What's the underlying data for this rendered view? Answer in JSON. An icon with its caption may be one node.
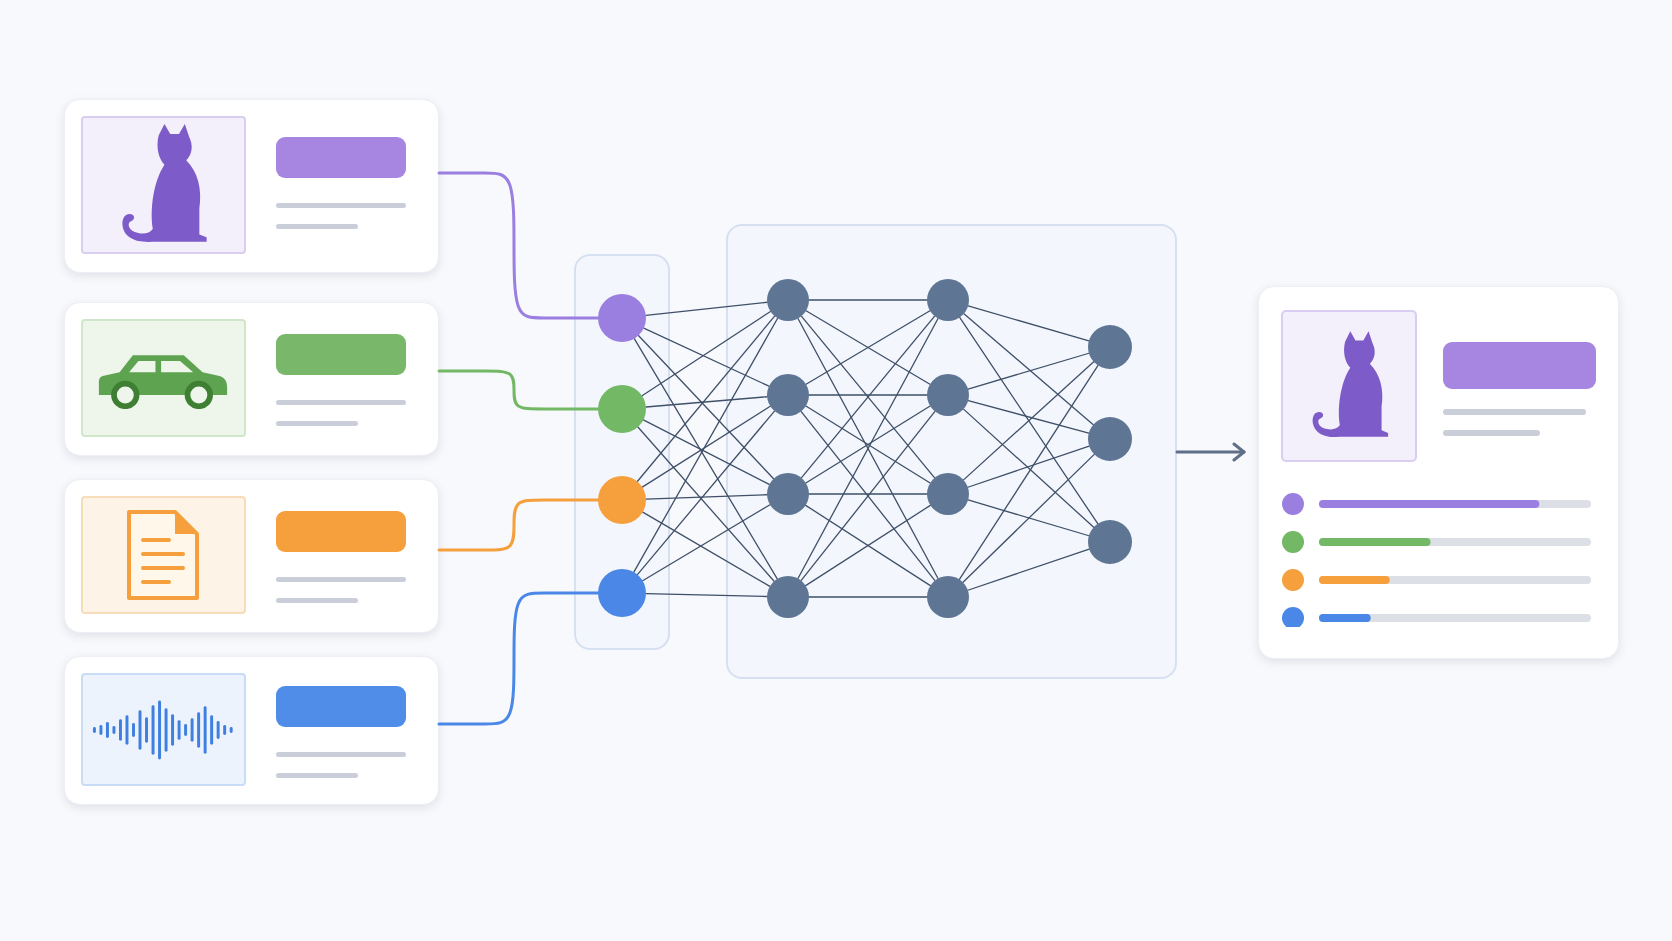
{
  "diagram": {
    "nodes": [
      {
        "text": [],
        "shape": "box"
      },
      {
        "text": [],
        "shape": "box"
      },
      {
        "text": [],
        "shape": "box"
      },
      {
        "text": [],
        "shape": "box"
      },
      {
        "text": [],
        "shape": "box"
      },
      {
        "text": [],
        "shape": "circle",
        "in": 4
      },
      {
        "text": [],
        "shape": "circle",
        "in": 4
      },
      {
        "text": [],
        "shape": "circle",
        "in": 4
      },
      {
        "text": [],
        "shape": "circle",
        "in": 4
      },
      {
        "text": [],
        "shape": "box"
      },
      {
        "text": [],
        "shape": "circle",
        "in": 9
      },
      {
        "text": [],
        "shape": "circle",
        "in": 9
      },
      {
        "text": [],
        "shape": "circle",
        "in": 9
      },
      {
        "text": [],
        "shape": "circle",
        "in": 9
      },
      {
        "text": [],
        "shape": "circle",
        "in": 9
      },
      {
        "text": [],
        "shape": "circle",
        "in": 9
      },
      {
        "text": [],
        "shape": "circle",
        "in": 9
      },
      {
        "text": [],
        "shape": "circle",
        "in": 9
      },
      {
        "text": [],
        "shape": "circle",
        "in": 9
      },
      {
        "text": [],
        "shape": "circle",
        "in": 9
      },
      {
        "text": [],
        "shape": "circle",
        "in": 9
      },
      {
        "text": [],
        "shape": "box"
      }
    ],
    "edges": [
      {
        "from": 0,
        "to": 5,
        "arrow": "none",
        "color": "#9b7fe0"
      },
      {
        "from": 1,
        "to": 6,
        "arrow": "none",
        "color": "#72b865"
      },
      {
        "from": 2,
        "to": 7,
        "arrow": "none",
        "color": "#f5a03c"
      },
      {
        "from": 3,
        "to": 8,
        "arrow": "none",
        "color": "#4a87e6"
      },
      {
        "from": 5,
        "to": 10,
        "arrow": "none"
      },
      {
        "from": 5,
        "to": 11,
        "arrow": "none"
      },
      {
        "from": 5,
        "to": 12,
        "arrow": "none"
      },
      {
        "from": 5,
        "to": 13,
        "arrow": "none"
      },
      {
        "from": 6,
        "to": 10,
        "arrow": "none"
      },
      {
        "from": 6,
        "to": 11,
        "arrow": "none"
      },
      {
        "from": 6,
        "to": 12,
        "arrow": "none"
      },
      {
        "from": 6,
        "to": 13,
        "arrow": "none"
      },
      {
        "from": 7,
        "to": 10,
        "arrow": "none"
      },
      {
        "from": 7,
        "to": 11,
        "arrow": "none"
      },
      {
        "from": 7,
        "to": 12,
        "arrow": "none"
      },
      {
        "from": 7,
        "to": 13,
        "arrow": "none"
      },
      {
        "from": 8,
        "to": 10,
        "arrow": "none"
      },
      {
        "from": 8,
        "to": 11,
        "arrow": "none"
      },
      {
        "from": 8,
        "to": 12,
        "arrow": "none"
      },
      {
        "from": 8,
        "to": 13,
        "arrow": "none"
      },
      {
        "from": 10,
        "to": 14,
        "arrow": "none"
      },
      {
        "from": 10,
        "to": 15,
        "arrow": "none"
      },
      {
        "from": 10,
        "to": 16,
        "arrow": "none"
      },
      {
        "from": 10,
        "to": 17,
        "arrow": "none"
      },
      {
        "from": 11,
        "to": 14,
        "arrow": "none"
      },
      {
        "from": 11,
        "to": 15,
        "arrow": "none"
      },
      {
        "from": 11,
        "to": 16,
        "arrow": "none"
      },
      {
        "from": 11,
        "to": 17,
        "arrow": "none"
      },
      {
        "from": 12,
        "to": 14,
        "arrow": "none"
      },
      {
        "from": 12,
        "to": 15,
        "arrow": "none"
      },
      {
        "from": 12,
        "to": 16,
        "arrow": "none"
      },
      {
        "from": 12,
        "to": 17,
        "arrow": "none"
      },
      {
        "from": 13,
        "to": 14,
        "arrow": "none"
      },
      {
        "from": 13,
        "to": 15,
        "arrow": "none"
      },
      {
        "from": 13,
        "to": 16,
        "arrow": "none"
      },
      {
        "from": 13,
        "to": 17,
        "arrow": "none"
      },
      {
        "from": 14,
        "to": 18,
        "arrow": "none"
      },
      {
        "from": 14,
        "to": 19,
        "arrow": "none"
      },
      {
        "from": 14,
        "to": 20,
        "arrow": "none"
      },
      {
        "from": 15,
        "to": 18,
        "arrow": "none"
      },
      {
        "from": 15,
        "to": 19,
        "arrow": "none"
      },
      {
        "from": 15,
        "to": 20,
        "arrow": "none"
      },
      {
        "from": 16,
        "to": 18,
        "arrow": "none"
      },
      {
        "from": 16,
        "to": 19,
        "arrow": "none"
      },
      {
        "from": 16,
        "to": 20,
        "arrow": "none"
      },
      {
        "from": 17,
        "to": 18,
        "arrow": "none"
      },
      {
        "from": 17,
        "to": 19,
        "arrow": "none"
      },
      {
        "from": 17,
        "to": 20,
        "arrow": "none"
      },
      {
        "from": 9,
        "to": 21,
        "arrow": "to"
      }
    ]
  }
}
